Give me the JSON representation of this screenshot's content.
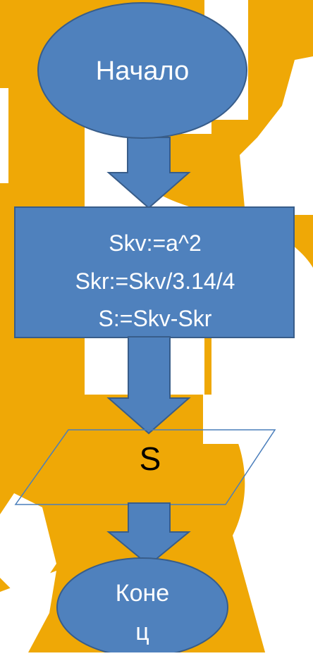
{
  "colors": {
    "background_gold": "#EFA806",
    "background_white": "#FFFFFF",
    "shape_fill": "#4F81BD",
    "shape_stroke": "#385D8A",
    "text_white": "#FFFFFF",
    "text_black": "#000000",
    "parallelogram_stroke": "#4A7EBB"
  },
  "background": {
    "watermark_glyph": "dollar-sign"
  },
  "flowchart": {
    "start_label": "Начало",
    "process_lines": [
      "Skv:=a^2",
      "Skr:=Skv/3.14/4",
      "S:=Skv-Skr"
    ],
    "output_label": "S",
    "end_label_lines": [
      "Коне",
      "ц"
    ]
  }
}
